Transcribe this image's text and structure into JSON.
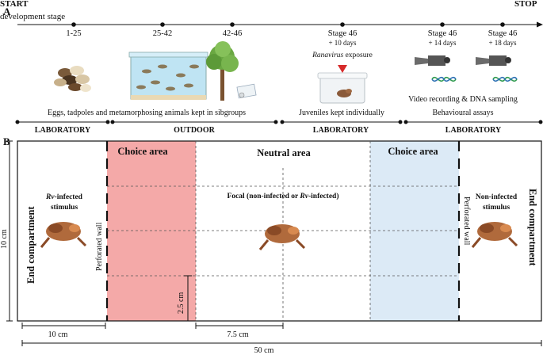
{
  "panel_a": {
    "label": "A",
    "start_label": "START",
    "stop_label": "STOP",
    "axis_label": "development stage",
    "stages": [
      {
        "label": "1-25",
        "sub": ""
      },
      {
        "label": "25-42",
        "sub": ""
      },
      {
        "label": "42-46",
        "sub": ""
      },
      {
        "label": "Stage 46",
        "sub": "+ 10 days"
      },
      {
        "label": "Stage 46",
        "sub": "+ 14 days"
      },
      {
        "label": "Stage 46",
        "sub": "+ 18 days"
      }
    ],
    "ranavirus_italic": "Ranavirus",
    "ranavirus_rest": " exposure",
    "captions": {
      "eggs": "Eggs, tadpoles and metamorphosing animals kept in sibgroups",
      "juveniles": "Juveniles kept individually",
      "video": "Video recording & DNA sampling",
      "assays": "Behavioural assays"
    },
    "phases": [
      "LABORATORY",
      "OUTDOOR",
      "LABORATORY",
      "LABORATORY"
    ]
  },
  "panel_b": {
    "label": "B",
    "choice_area_left": "Choice area",
    "neutral_area": "Neutral area",
    "choice_area_right": "Choice area",
    "end_compartment_left": "End compartment",
    "end_compartment_right": "End compartment",
    "perforated_wall_left": "Perforated wall",
    "perforated_wall_right": "Perforated wall",
    "rv_stimulus_italic": "Rv",
    "rv_stimulus_rest": "-infected",
    "rv_stimulus_line2": "stimulus",
    "focal_prefix": "Focal (non-infected or ",
    "focal_italic": "Rv",
    "focal_suffix": "-infected)",
    "noninfected_line1": "Non-infected",
    "noninfected_line2": "stimulus",
    "dim_height": "10 cm",
    "dim_grid": "2.5 cm",
    "dim_end": "10 cm",
    "dim_neutral": "7.5 cm",
    "dim_total": "50 cm"
  },
  "colors": {
    "choice_left": "#f4a9a8",
    "choice_right": "#dceaf6"
  }
}
